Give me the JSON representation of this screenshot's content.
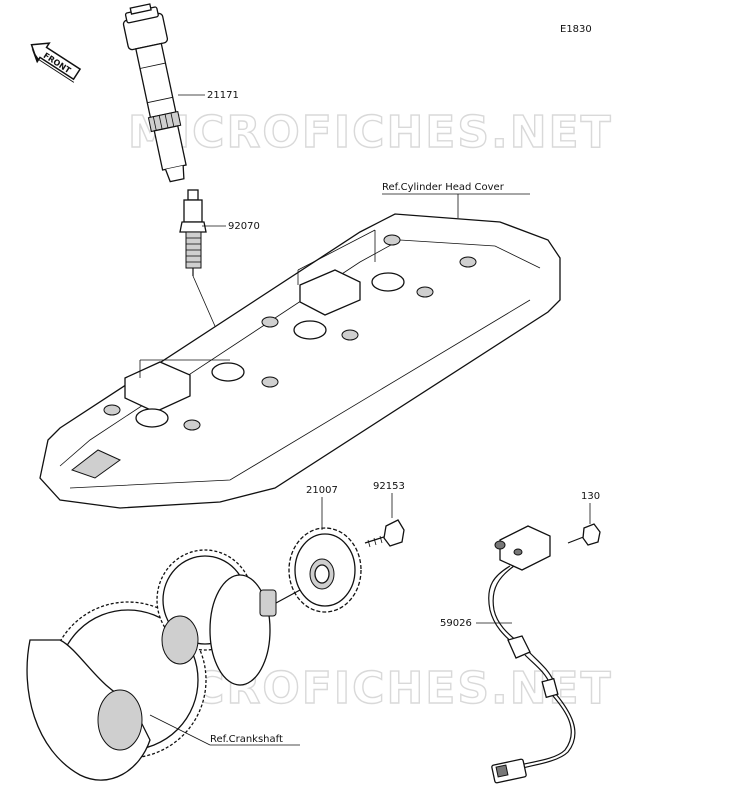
{
  "diagram_id": "E1830",
  "front_arrow": "FRONT",
  "watermark": "MICROFICHES.NET",
  "labels": {
    "ignition_coil": "21171",
    "spark_plug": "92070",
    "cylinder_head_cover": "Ref.Cylinder Head Cover",
    "gear": "21007",
    "gear_bolt": "92153",
    "sensor_bolt": "130",
    "sensor": "59026",
    "crankshaft": "Ref.Crankshaft"
  }
}
